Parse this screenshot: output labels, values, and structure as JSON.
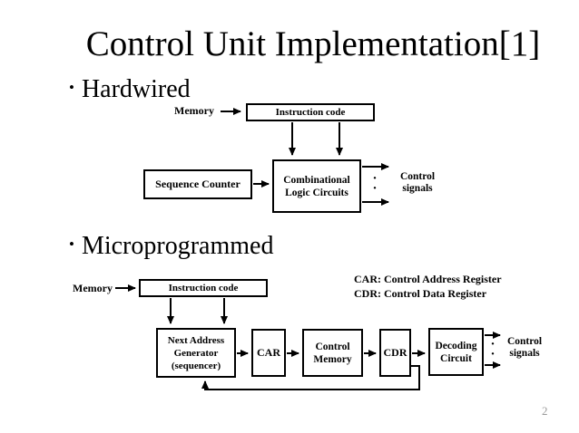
{
  "slide": {
    "title": "Control Unit Implementation[1]",
    "page_number": "2",
    "bullet_char": "•",
    "dot_char": "·"
  },
  "bullets": [
    {
      "label": "Hardwired"
    },
    {
      "label": "Microprogrammed"
    }
  ],
  "hardwired": {
    "memory_label": "Memory",
    "instruction_code_label": "Instruction code",
    "sequence_counter_label": "Sequence Counter",
    "combinational_logic": [
      "Combinational",
      "Logic Circuits"
    ],
    "control_signals": [
      "Control",
      "signals"
    ]
  },
  "legend": [
    "CAR: Control Address Register",
    "CDR: Control Data Register"
  ],
  "microprogrammed": {
    "memory_label": "Memory",
    "instruction_code_label": "Instruction code",
    "next_address_generator": [
      "Next Address",
      "Generator",
      "(sequencer)"
    ],
    "car_label": "CAR",
    "control_memory": [
      "Control",
      "Memory"
    ],
    "cdr_label": "CDR",
    "decoding_circuit": [
      "Decoding",
      "Circuit"
    ],
    "control_signals": [
      "Control",
      "signals"
    ]
  },
  "colors": {
    "background": "#ffffff",
    "text": "#000000",
    "line": "#000000",
    "page_number": "#9a9a9a"
  }
}
